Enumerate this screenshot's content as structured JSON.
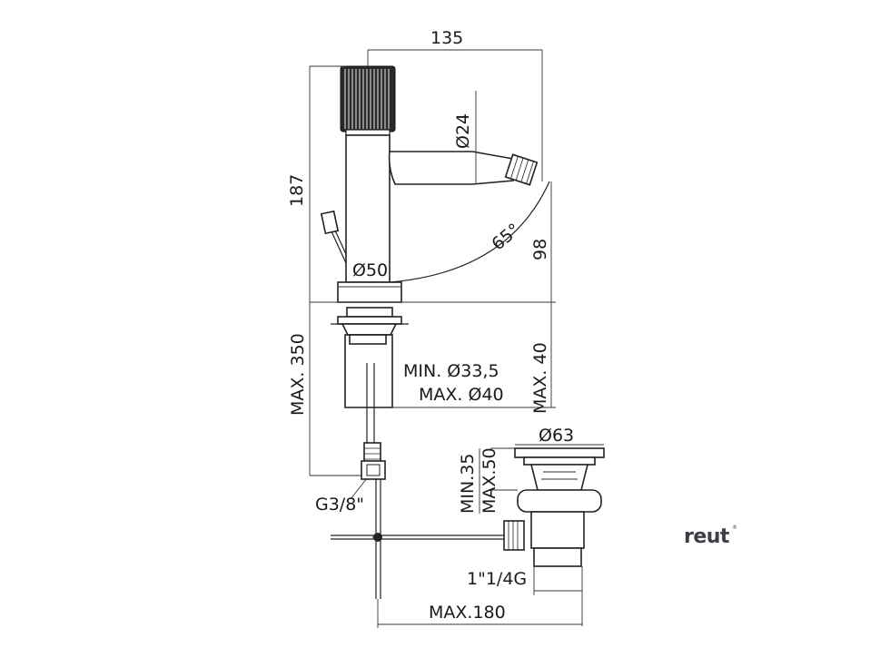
{
  "drawing": {
    "dimensions": {
      "overall_reach": "135",
      "total_height": "187",
      "spout_diameter": "Ø24",
      "tilt_angle": "65°",
      "spout_height": "98",
      "base_diameter": "Ø50",
      "max_deck_thickness": "MAX. 350",
      "hole_min": "MIN. Ø33,5",
      "hole_max": "MAX. Ø40",
      "max_40": "MAX. 40",
      "waste_diameter": "Ø63",
      "waste_min": "MIN.35",
      "waste_max": "MAX.50",
      "inlet_thread": "G3/8\"",
      "waste_thread": "1\"1/4G",
      "max_180": "MAX.180"
    }
  },
  "brand": {
    "name": "reut",
    "mark": "®"
  }
}
